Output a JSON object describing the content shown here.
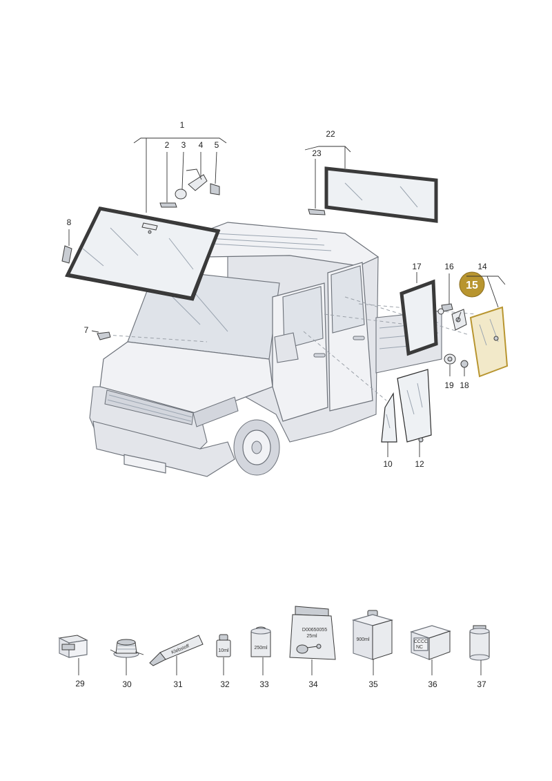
{
  "colors": {
    "highlight": "#b8952f",
    "outline": "#2a2a2a",
    "body": "#f1f2f5"
  },
  "highlighted_part": "15",
  "callouts": {
    "c1": "1",
    "c2": "2",
    "c3": "3",
    "c4": "4",
    "c5": "5",
    "c7": "7",
    "c8": "8",
    "c10": "10",
    "c12": "12",
    "c14": "14",
    "c15": "15",
    "c16": "16",
    "c17": "17",
    "c18": "18",
    "c19": "19",
    "c22": "22",
    "c23": "23",
    "c29": "29",
    "c30": "30",
    "c31": "31",
    "c32": "32",
    "c33": "33",
    "c34": "34",
    "c35": "35",
    "c36": "36",
    "c37": "37"
  },
  "product_labels": {
    "tube": "Klebstoff",
    "small_bottle": "10ml",
    "can_250": "250ml",
    "bag_code": "D00650055",
    "bag_amount": "25ml",
    "can_900": "900ml",
    "box_line1": "CCCC",
    "box_line2": "NC"
  }
}
